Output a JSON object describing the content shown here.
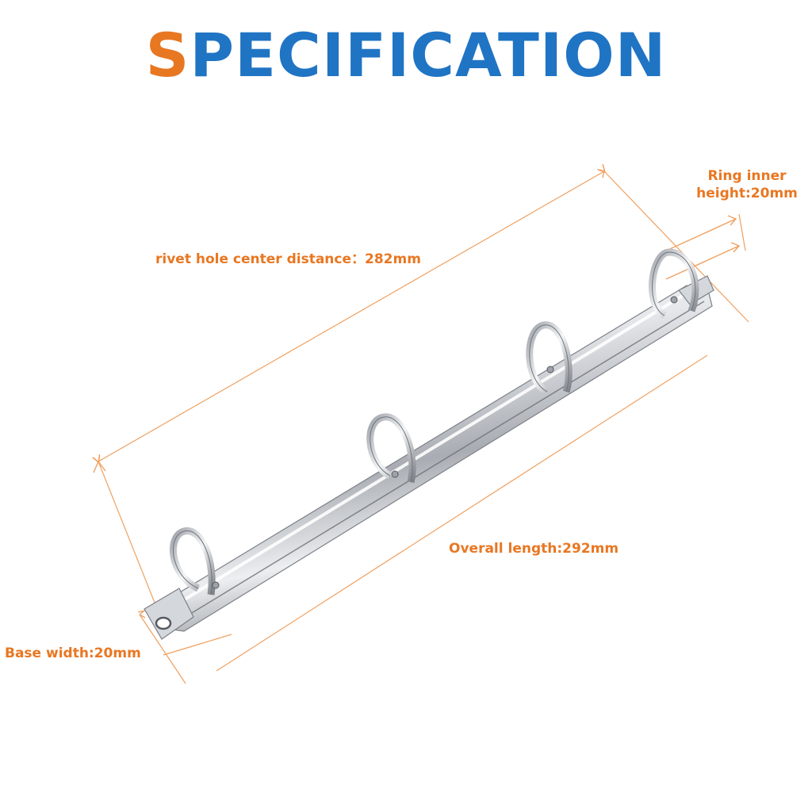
{
  "title": {
    "first_letter": "S",
    "rest": "PECIFICATION"
  },
  "labels": {
    "rivet_hole_center_distance": "rivet hole center distance：282mm",
    "overall_length": "Overall length:292mm",
    "base_width": "Base width:20mm",
    "ring_inner_height": "Ring inner height:20mm"
  },
  "colors": {
    "title_accent": "#e87722",
    "title_main": "#2074c4",
    "dimension_lines": "#f0a060",
    "label_text": "#e87722",
    "metal": "#c9ccd1"
  },
  "product": {
    "ring_count": 4
  }
}
